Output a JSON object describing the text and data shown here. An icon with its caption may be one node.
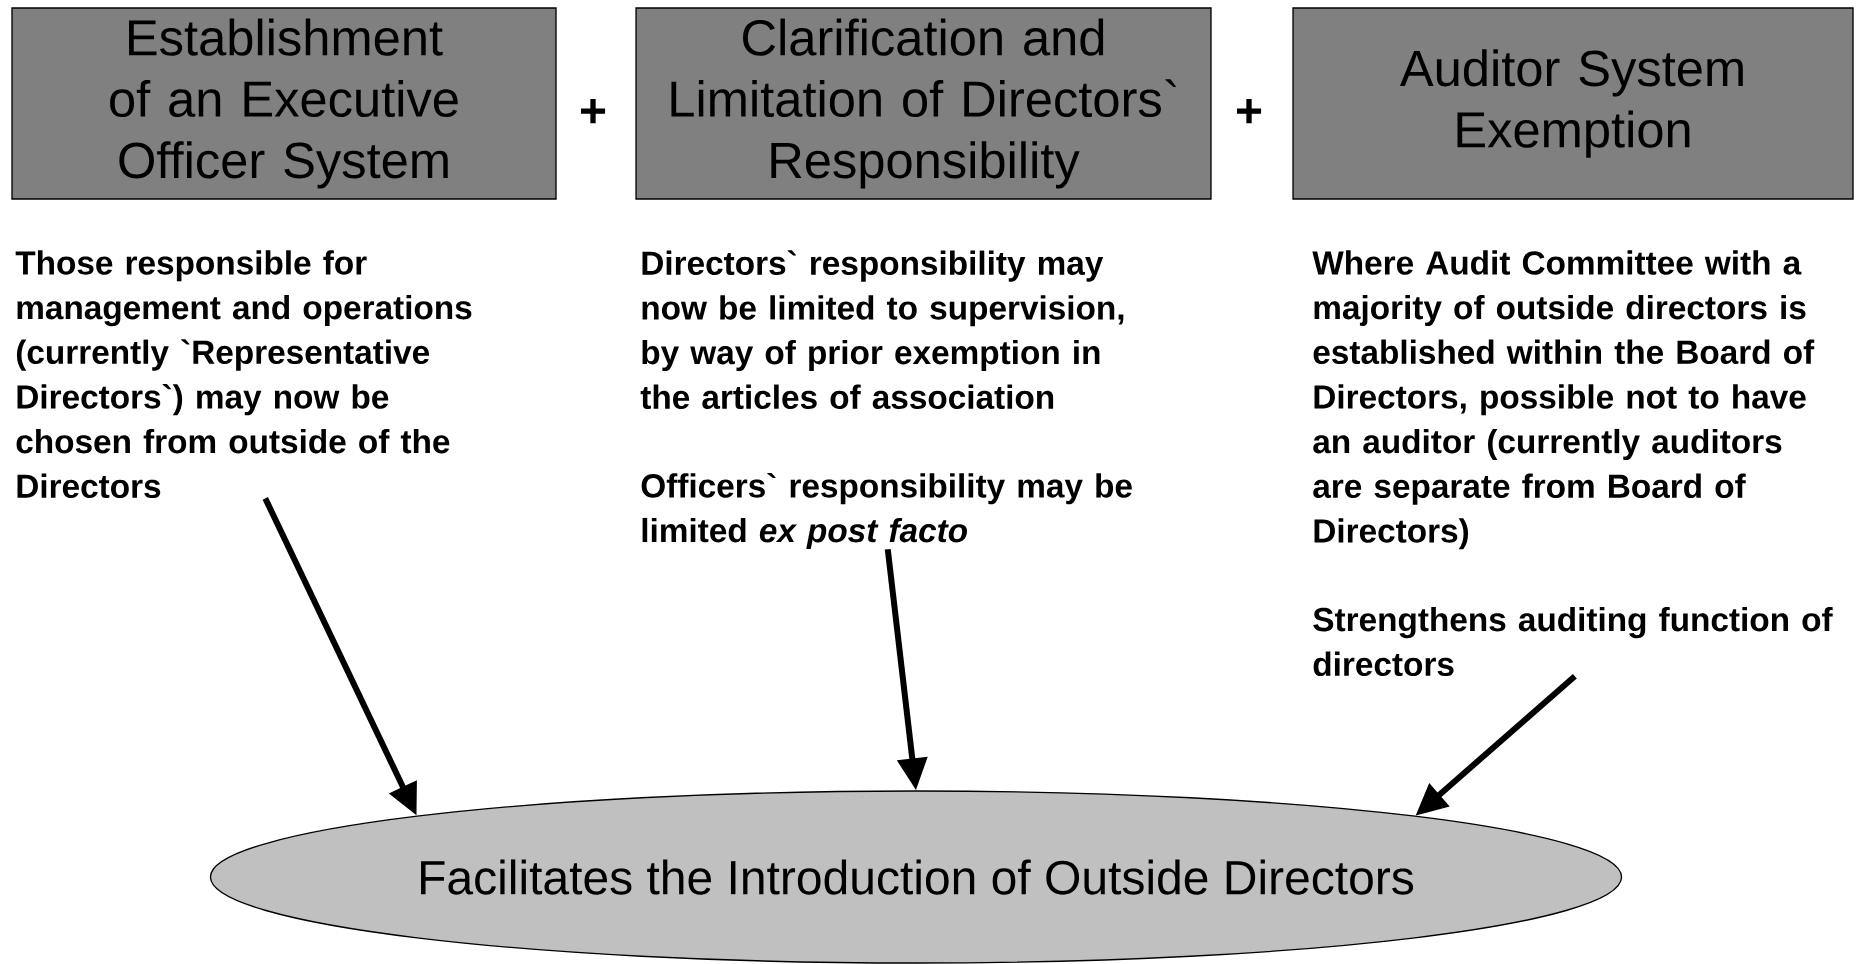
{
  "diagram": {
    "nodes": [
      {
        "text": [
          "Establishment of an Executive Officer System"
        ]
      },
      {
        "text": [
          "Clarification and Limitation of Directors` Responsibility"
        ]
      },
      {
        "text": [
          "Auditor System Exemption"
        ]
      },
      {
        "text": [
          "Those responsible for management and operations (currently `Representative Directors`) may now be chosen from outside of the Directors"
        ]
      },
      {
        "text": [
          "Directors` responsibility may now be limited to supervision, by way of prior exemption in the articles of association",
          "Officers` responsibility may be limited *ex post facto*"
        ]
      },
      {
        "text": [
          "Where Audit Committee with a majority of outside directors is established within the Board of Directors, possible not to have an auditor (currently auditors are separate from Board of Directors)",
          "Strengthens auditing function of directors"
        ]
      },
      {
        "text": [
          "Facilitates the Introduction of Outside Directors"
        ]
      }
    ],
    "edges": [
      {
        "from": 3,
        "to": 6,
        "arrow": "to"
      },
      {
        "from": 4,
        "to": 6,
        "arrow": "to"
      },
      {
        "from": 5,
        "to": 6,
        "arrow": "to"
      }
    ],
    "labels": [
      "+",
      "+"
    ]
  }
}
